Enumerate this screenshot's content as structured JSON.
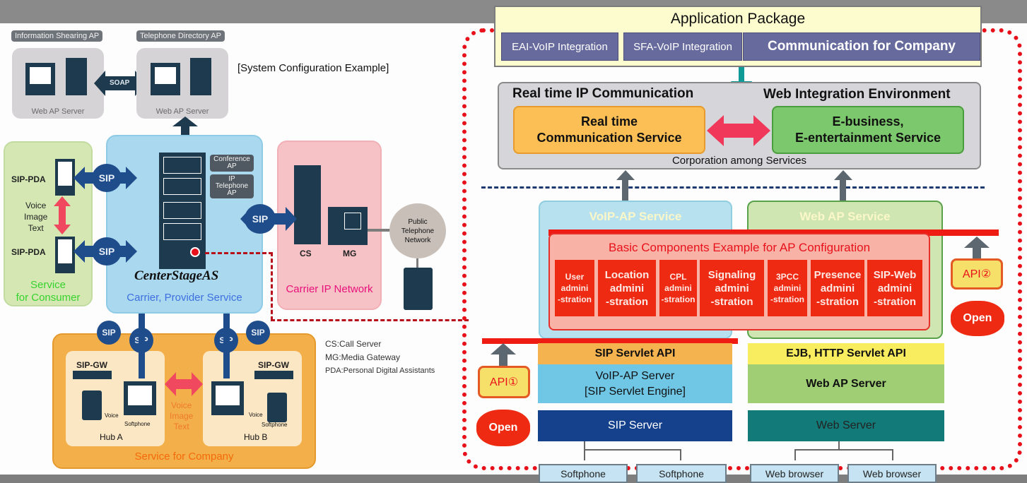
{
  "system_config": {
    "title": "[System Configuration Example]",
    "web_servers": [
      {
        "tag": "Information Shearing AP",
        "caption": "Web AP Server"
      },
      {
        "tag": "Telephone Directory AP",
        "caption": "Web AP Server"
      }
    ],
    "soap_label": "SOAP",
    "consumer": {
      "device_labels": [
        "SIP-PDA",
        "SIP-PDA"
      ],
      "media": [
        "Voice",
        "Image",
        "Text"
      ],
      "title_line1": "Service",
      "title_line2": "for Consumer"
    },
    "provider": {
      "product_name": "CenterStageAS",
      "tags": [
        "Conference AP",
        "IP Telephone AP"
      ],
      "title": "Carrier, Provider Service"
    },
    "carrier": {
      "cs_label": "CS",
      "mg_label": "MG",
      "title": "Carrier IP Network",
      "pstn": "Public Telephone Network"
    },
    "sip_label": "SIP",
    "company": {
      "hubs": [
        {
          "name": "Hub A",
          "gw": "SIP-GW",
          "voice": "Voice",
          "softphone": "Softphone"
        },
        {
          "name": "Hub B",
          "gw": "SIP-GW",
          "voice": "Voice",
          "softphone": "Softphone"
        }
      ],
      "media": [
        "Voice",
        "Image",
        "Text"
      ],
      "title": "Service for Company"
    },
    "legend": [
      "CS:Call Server",
      "MG:Media Gateway",
      "PDA:Personal Digital Assistants"
    ]
  },
  "architecture": {
    "app_package": {
      "title": "Application Package",
      "items": [
        "EAI-VoIP Integration",
        "SFA-VoIP Integration",
        "Communication for Company"
      ]
    },
    "realtime": {
      "left_heading": "Real time IP Communication",
      "right_heading": "Web Integration Environment",
      "left_card": [
        "Real time",
        "Communication Service"
      ],
      "right_card": [
        "E-business,",
        "E-entertainment Service"
      ],
      "footer": "Corporation among Services"
    },
    "voip_service": "VoIP-AP Service",
    "web_service": "Web AP Service",
    "basic_components": {
      "title": "Basic Components Example for AP Configuration",
      "items": [
        {
          "name": "User",
          "l2": "admini",
          "l3": "-stration"
        },
        {
          "name": "Location",
          "l2": "admini",
          "l3": "-stration"
        },
        {
          "name": "CPL",
          "l2": "admini",
          "l3": "-stration"
        },
        {
          "name": "Signaling",
          "l2": "admini",
          "l3": "-stration"
        },
        {
          "name": "3PCC",
          "l2": "admini",
          "l3": "-stration"
        },
        {
          "name": "Presence",
          "l2": "admini",
          "l3": "-stration"
        },
        {
          "name": "SIP-Web",
          "l2": "admini",
          "l3": "-stration"
        }
      ]
    },
    "voip_stack": {
      "api": "SIP Servlet API",
      "server_l1": "VoIP-AP Server",
      "server_l2": "[SIP Servlet Engine]",
      "base": "SIP Server"
    },
    "web_stack": {
      "api": "EJB, HTTP Servlet API",
      "server": "Web AP Server",
      "base": "Web Server"
    },
    "api1": "API①",
    "api2": "API②",
    "open_label": "Open",
    "clients": [
      "Softphone",
      "Softphone",
      "Web browser",
      "Web browser"
    ]
  }
}
